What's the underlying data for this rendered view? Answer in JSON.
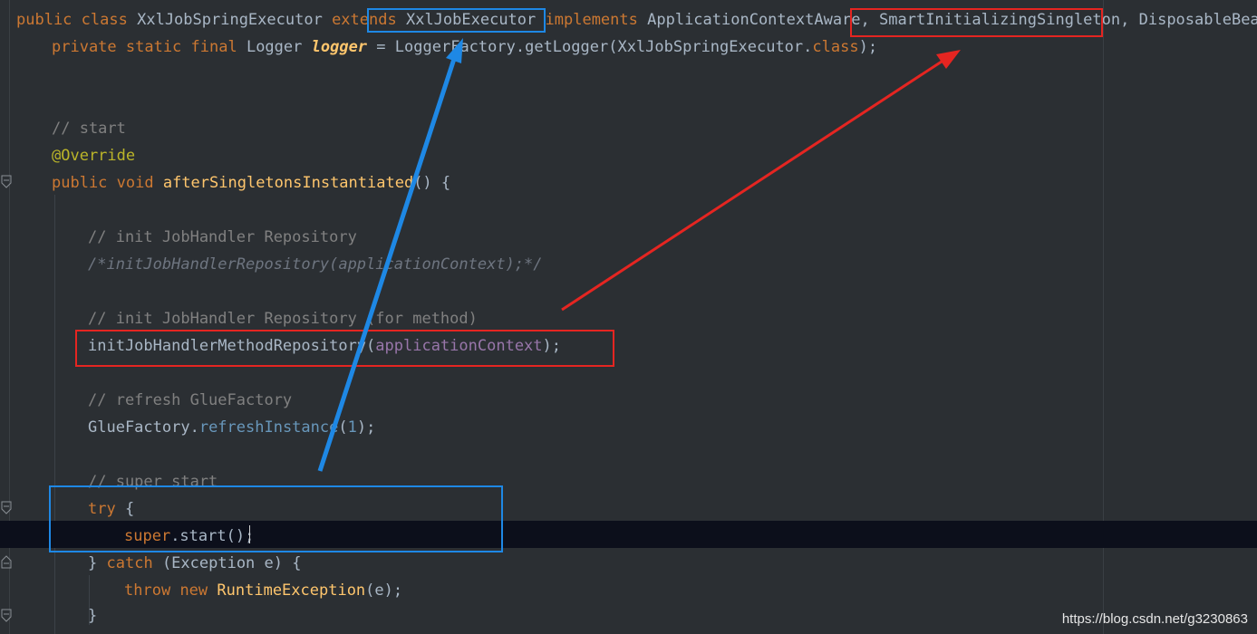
{
  "code": {
    "line1": {
      "public": "public",
      "class": "class",
      "name": "XxlJobSpringExecutor",
      "extends": "extends",
      "parent": "XxlJobExecutor",
      "implements": "implements",
      "iface1": "ApplicationContextAware,",
      "iface2": "SmartInitializingSingleton,",
      "iface3": "DisposableBean {"
    },
    "line2": {
      "mods": "private static final",
      "type": "Logger",
      "field": "logger",
      "eq": "=",
      "factory": "LoggerFactory.",
      "method": "getLogger",
      "arg": "(XxlJobSpringExecutor.",
      "cls": "class",
      "end": ");"
    },
    "c_start": "// start",
    "override": "@Override",
    "method_sig": {
      "mods": "public void",
      "name": "afterSingletonsInstantiated",
      "rest": "() {"
    },
    "c_init1": "// init JobHandler Repository",
    "c_init1_block": "/*initJobHandlerRepository(applicationContext);*/",
    "c_init2": "// init JobHandler Repository (for method)",
    "init_call": {
      "name": "initJobHandlerMethodRepository",
      "open": "(",
      "arg": "applicationContext",
      "close": ");"
    },
    "c_refresh": "// refresh GlueFactory",
    "glue_call": {
      "obj": "GlueFactory.",
      "method": "refreshInstance",
      "open": "(",
      "num": "1",
      "close": ");"
    },
    "c_super": "// super start",
    "try_line": {
      "kw": "try",
      "rest": "{"
    },
    "super_call": {
      "kw": "super",
      "rest": ".start();"
    },
    "catch_line": {
      "brace": "}",
      "kw": "catch",
      "rest": "(Exception e) {"
    },
    "throw_line": {
      "kw1": "throw",
      "kw2": "new",
      "type": "RuntimeException",
      "rest": "(e);"
    },
    "close_brace": "}"
  },
  "watermark": "https://blog.csdn.net/g3230863",
  "colors": {
    "background": "#2b2f33",
    "highlight_blue": "#1e88e5",
    "highlight_red": "#e52521",
    "current_line": "#0c0f1b"
  }
}
